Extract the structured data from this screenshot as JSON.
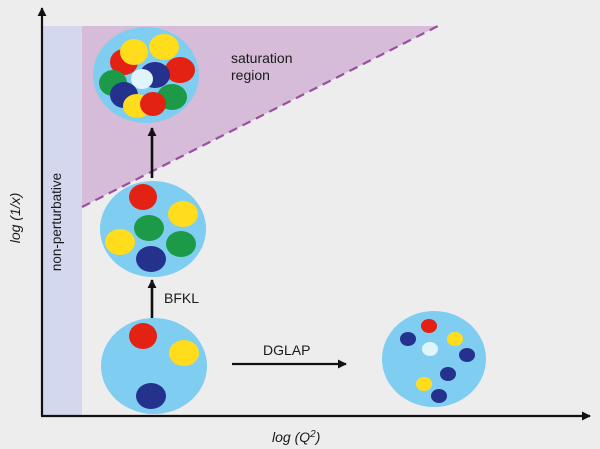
{
  "axes": {
    "y_label": "log (1/x)",
    "x_label_prefix": "log (",
    "x_label_var": "Q",
    "x_label_sup": "2",
    "x_label_suffix": ")"
  },
  "regions": {
    "non_perturbative": "non-perturbative",
    "saturation_line1": "saturation",
    "saturation_line2": "region"
  },
  "arrows": {
    "bfkl": "BFKL",
    "dglap": "DGLAP"
  },
  "colors": {
    "background": "#ededed",
    "axis": "#111111",
    "non_perturbative_band": "#d3d8ee",
    "saturation_fill": "#d6bcd9",
    "saturation_boundary": "#9a4f9f",
    "proton": "#7fcdf0",
    "gluon_red": "#e32213",
    "gluon_yellow": "#ffdd1c",
    "gluon_green": "#1c9a47",
    "gluon_navy": "#25328d",
    "gluon_light": "#dff4fb"
  }
}
